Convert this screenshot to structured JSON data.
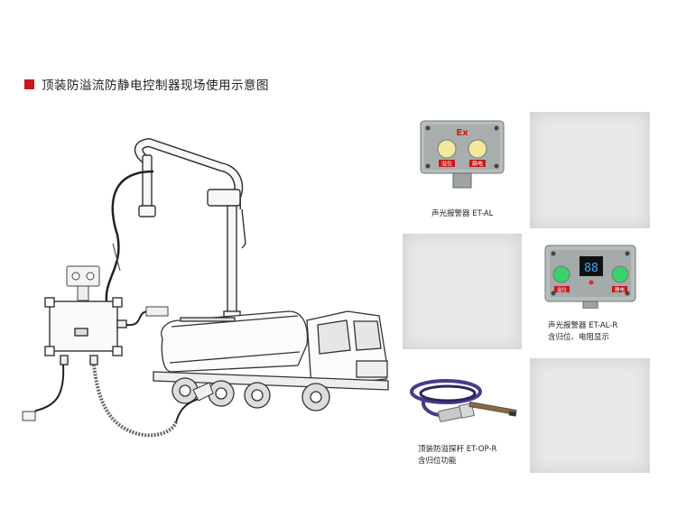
{
  "title": "顶装防溢流防静电控制器现场使用示意图",
  "alarm_box_labels": {
    "ex": "Ex",
    "left": "溢位",
    "right": "静电"
  },
  "alarm_r_labels": {
    "display": "88",
    "left": "溢位",
    "right": "静电"
  },
  "products": [
    {
      "caption_lines": [
        "声光报警器 ET-AL"
      ]
    },
    {
      "caption_lines": [
        "声光报警器 ET-AL-R",
        "含归位、电阻显示"
      ]
    },
    {
      "caption_lines": [
        "顶装防溢探杆 ET-OP-R",
        "含归位功能"
      ]
    }
  ],
  "colors": {
    "accent": "#c8191c",
    "led_green": "#39d26a",
    "led_yellow": "#f2e99a"
  }
}
